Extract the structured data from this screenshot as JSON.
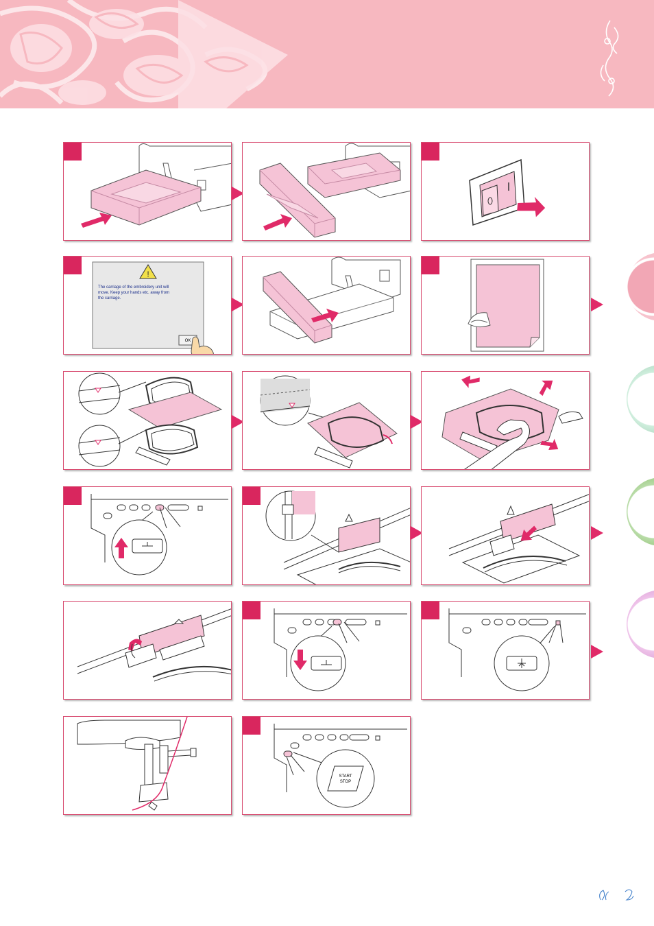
{
  "header": {
    "background_color": "#f7b8c0",
    "lace_color": "#fce8ea"
  },
  "accent_color": "#d9265e",
  "panels": {
    "p4": {
      "dialog_lines": [
        "The carriage of the embroidery unit will",
        "move. Keep your hands etc. away from",
        "the carriage."
      ],
      "dialog_ok": "OK"
    },
    "p17": {
      "key_line1": "START",
      "key_line2": "STOP"
    }
  },
  "page_number": ""
}
